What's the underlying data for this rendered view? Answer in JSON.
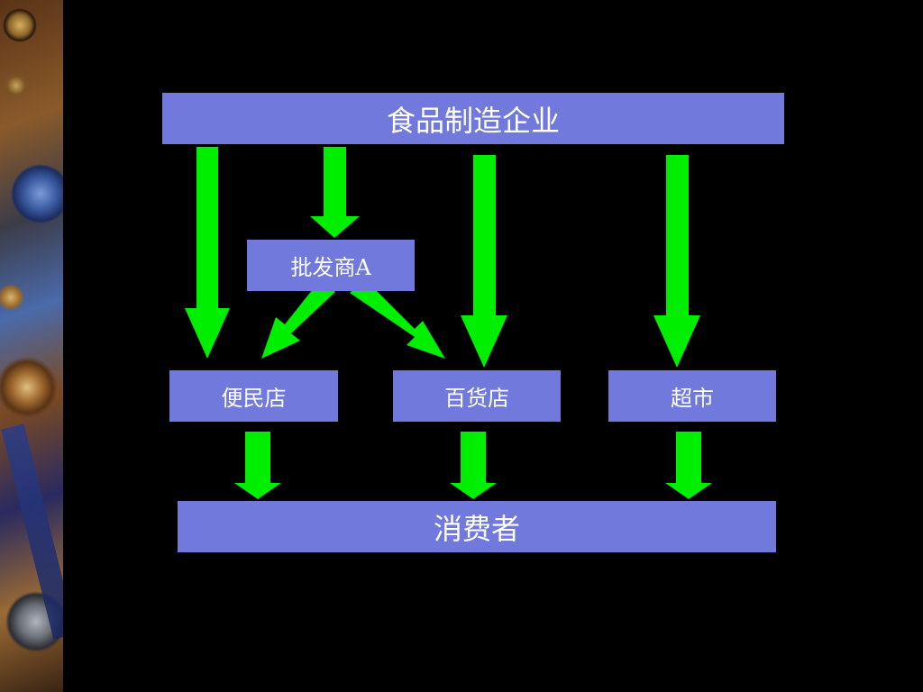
{
  "diagram": {
    "nodes": {
      "manufacturer": "食品制造企业",
      "wholesaler": "批发商A",
      "convenience_store": "便民店",
      "department_store": "百货店",
      "supermarket": "超市",
      "consumer": "消费者"
    },
    "edges": [
      {
        "from": "manufacturer",
        "to": "convenience_store"
      },
      {
        "from": "manufacturer",
        "to": "wholesaler"
      },
      {
        "from": "manufacturer",
        "to": "department_store"
      },
      {
        "from": "manufacturer",
        "to": "supermarket"
      },
      {
        "from": "wholesaler",
        "to": "convenience_store"
      },
      {
        "from": "wholesaler",
        "to": "department_store"
      },
      {
        "from": "convenience_store",
        "to": "consumer"
      },
      {
        "from": "department_store",
        "to": "consumer"
      },
      {
        "from": "supermarket",
        "to": "consumer"
      }
    ]
  },
  "colors": {
    "background": "#000000",
    "box_fill": "#7179dd",
    "box_text": "#ffffff",
    "arrow": "#00ee00"
  }
}
